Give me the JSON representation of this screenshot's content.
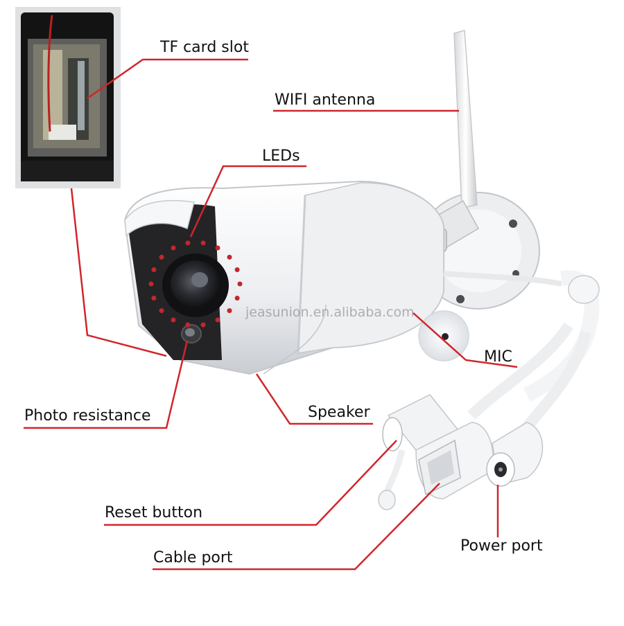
{
  "labels": {
    "tf_card_slot": "TF card slot",
    "wifi_antenna": "WIFI antenna",
    "leds": "LEDs",
    "mic": "MIC",
    "photo_resistance": "Photo resistance",
    "speaker": "Speaker",
    "reset_button": "Reset button",
    "cable_port": "Cable port",
    "power_port": "Power port"
  },
  "watermark": "jeasunion.en.alibaba.com",
  "colors": {
    "leader_line": "#d0252b",
    "camera_body": "#f1f2f4",
    "camera_shadow": "#c9ccd1",
    "lens_panel": "#1b1b1d",
    "led_ring": "#c1272d",
    "cable": "#f3f4f5"
  }
}
